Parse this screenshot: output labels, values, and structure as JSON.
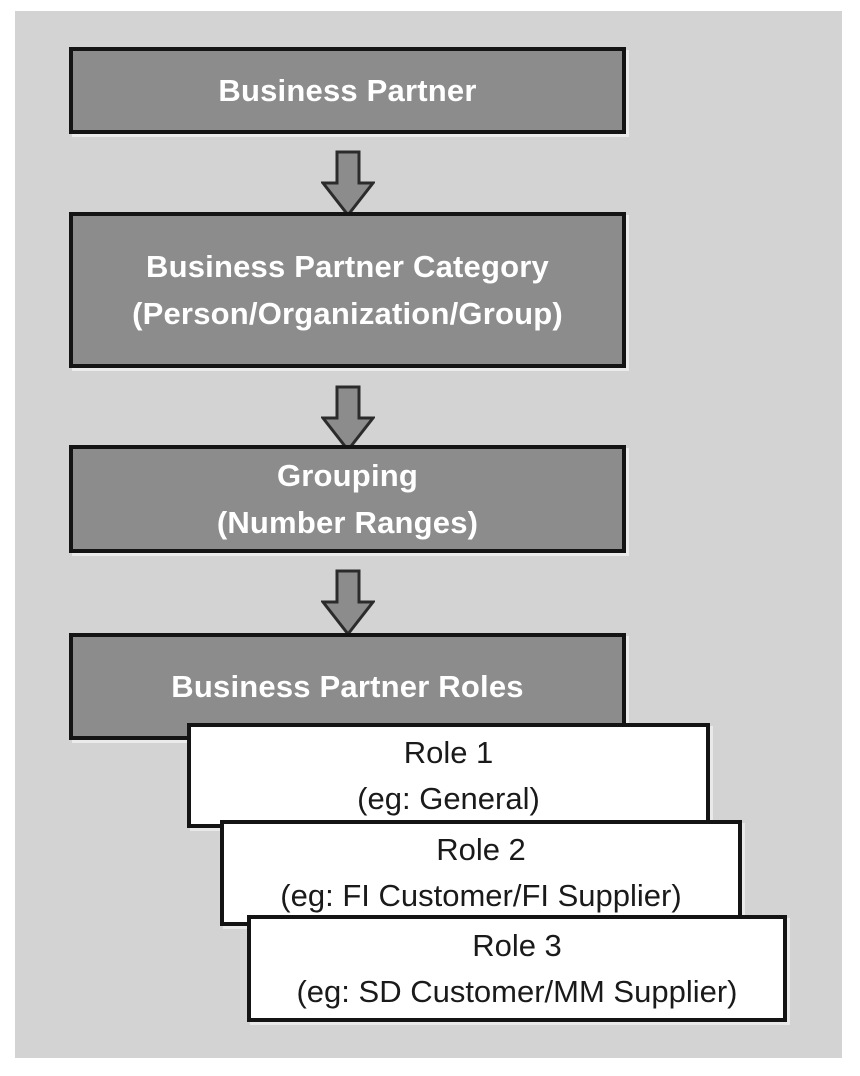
{
  "colors": {
    "page_background": "#ffffff",
    "canvas_background": "#d3d3d3",
    "node_fill": "#8c8c8c",
    "node_border": "#141414",
    "node_text": "#ffffff",
    "arrow_fill": "#8c8c8c",
    "arrow_outline": "#2b2b2b",
    "role_card_fill": "#ffffff",
    "role_card_text": "#1a1a1a"
  },
  "diagram": {
    "nodes": [
      {
        "line1": "Business Partner",
        "line2": ""
      },
      {
        "line1": "Business Partner Category",
        "line2": "(Person/Organization/Group)"
      },
      {
        "line1": "Grouping",
        "line2": "(Number Ranges)"
      },
      {
        "line1": "Business Partner Roles",
        "line2": ""
      }
    ],
    "role_cards": [
      {
        "line1": "Role 1",
        "line2": "(eg: General)"
      },
      {
        "line1": "Role 2",
        "line2": "(eg: FI Customer/FI Supplier)"
      },
      {
        "line1": "Role 3",
        "line2": "(eg: SD Customer/MM Supplier)"
      }
    ],
    "arrow_direction": "down"
  }
}
